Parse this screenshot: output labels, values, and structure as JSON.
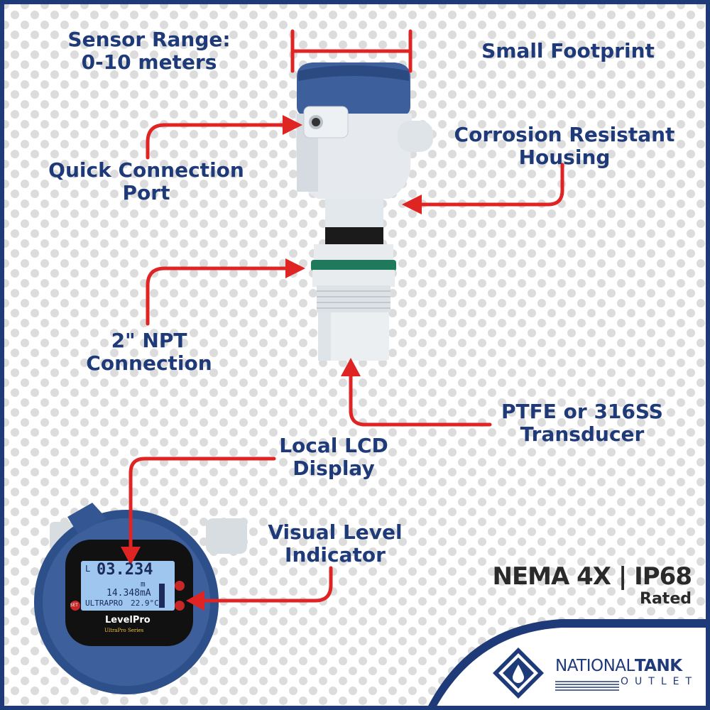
{
  "labels": {
    "sensor_range_line1": "Sensor Range:",
    "sensor_range_line2": "0-10 meters",
    "small_footprint": "Small Footprint",
    "corrosion_line1": "Corrosion Resistant",
    "corrosion_line2": "Housing",
    "quick_conn_line1": "Quick Connection",
    "quick_conn_line2": "Port",
    "npt_line1": "2\" NPT",
    "npt_line2": "Connection",
    "ptfe_line1": "PTFE or 316SS",
    "ptfe_line2": "Transducer",
    "lcd_line1": "Local LCD",
    "lcd_line2": "Display",
    "visual_line1": "Visual Level",
    "visual_line2": "Indicator"
  },
  "rating": {
    "main": "NEMA 4X | IP68",
    "sub": "Rated"
  },
  "brand": {
    "name_part1": "NATIONAL",
    "name_part2": "TANK",
    "subtitle": "OUTLET"
  },
  "lcd": {
    "mode": "L",
    "reading": "03.234",
    "unit": "m",
    "current": "14.348mA",
    "model": "ULTRAPRO",
    "temp": "22.9°C",
    "button_set": "SET",
    "logo": "LevelPro",
    "series": "UltraPro Series"
  },
  "colors": {
    "navy": "#1f3a78",
    "arrow_red": "#e02424",
    "housing_blue": "#3d5f9c",
    "housing_white": "#e8ecef",
    "seal_green": "#1e7a5a"
  }
}
